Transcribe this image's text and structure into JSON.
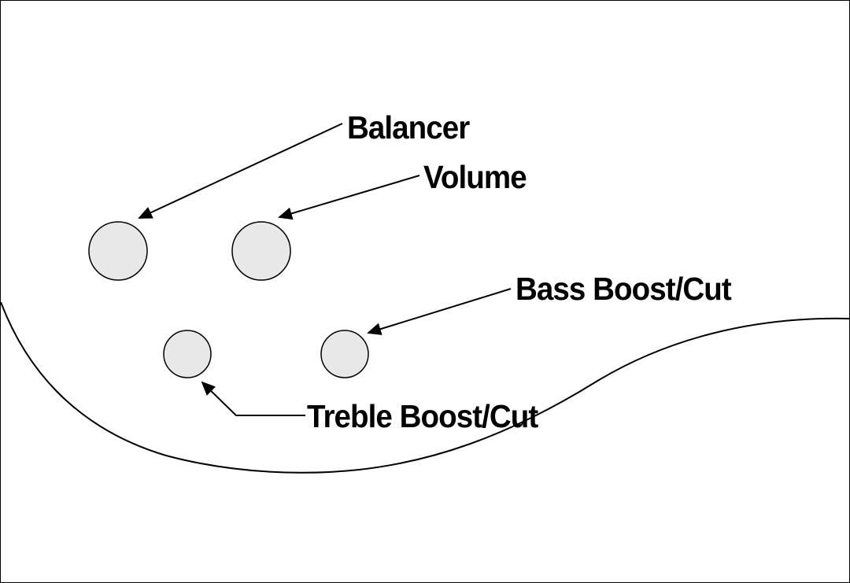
{
  "diagram": {
    "type": "control-layout-diagram",
    "labels": [
      {
        "id": "balancer",
        "text": "Balancer"
      },
      {
        "id": "volume",
        "text": "Volume"
      },
      {
        "id": "bass",
        "text": "Bass Boost/Cut"
      },
      {
        "id": "treble",
        "text": "Treble Boost/Cut"
      }
    ],
    "knobs": [
      {
        "name": "balancer-knob",
        "label": "Balancer"
      },
      {
        "name": "volume-knob",
        "label": "Volume"
      },
      {
        "name": "bass-knob",
        "label": "Bass Boost/Cut"
      },
      {
        "name": "treble-knob",
        "label": "Treble Boost/Cut"
      }
    ],
    "colors": {
      "background": "#ffffff",
      "line": "#000000",
      "knob_fill": "#e8e8e8",
      "text": "#000000"
    }
  }
}
